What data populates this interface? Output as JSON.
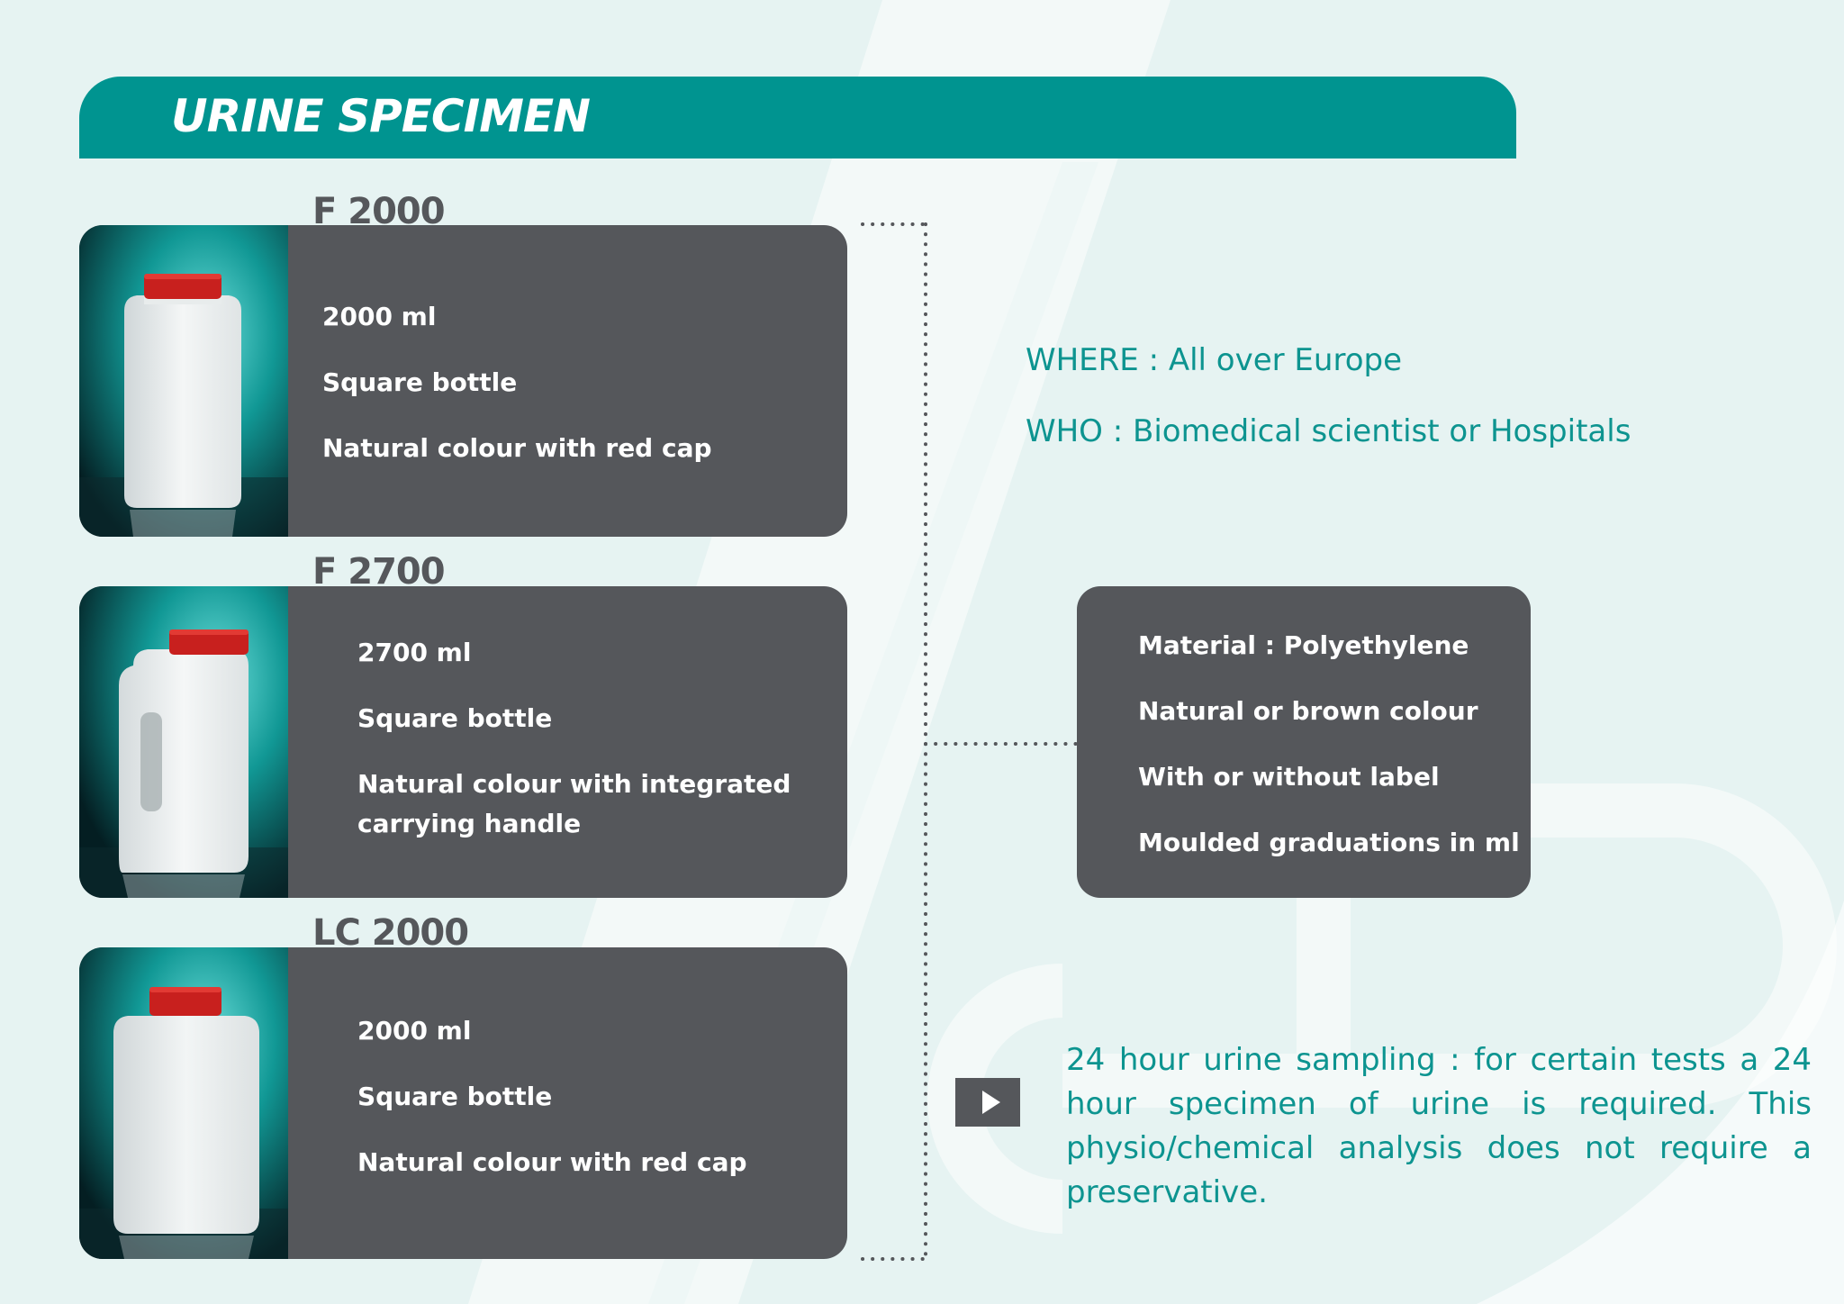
{
  "header": {
    "title": "URINE SPECIMEN"
  },
  "products": [
    {
      "code": "F 2000",
      "lines": [
        "2000 ml",
        "Square bottle",
        "Natural colour with red cap"
      ]
    },
    {
      "code": "F 2700",
      "lines": [
        "2700 ml",
        "Square bottle",
        "Natural colour with integrated",
        "carrying handle"
      ]
    },
    {
      "code": "LC 2000",
      "lines": [
        "2000 ml",
        "Square bottle",
        "Natural colour with red cap"
      ]
    }
  ],
  "info": {
    "where": "WHERE : All over Europe",
    "who": "WHO : Biomedical scientist or Hospitals"
  },
  "specs": [
    "Material : Polyethylene",
    "Natural or brown colour",
    "With or without label",
    "Moulded graduations in ml"
  ],
  "note": "24 hour urine sampling : for certain tests a 24 hour specimen of urine is required. This physio/chemical analysis does not require a preservative.",
  "icons": {
    "play": "play-icon"
  },
  "colors": {
    "teal": "#009490",
    "card": "#55575b",
    "background": "#e6f3f2",
    "cap": "#c8201e"
  }
}
